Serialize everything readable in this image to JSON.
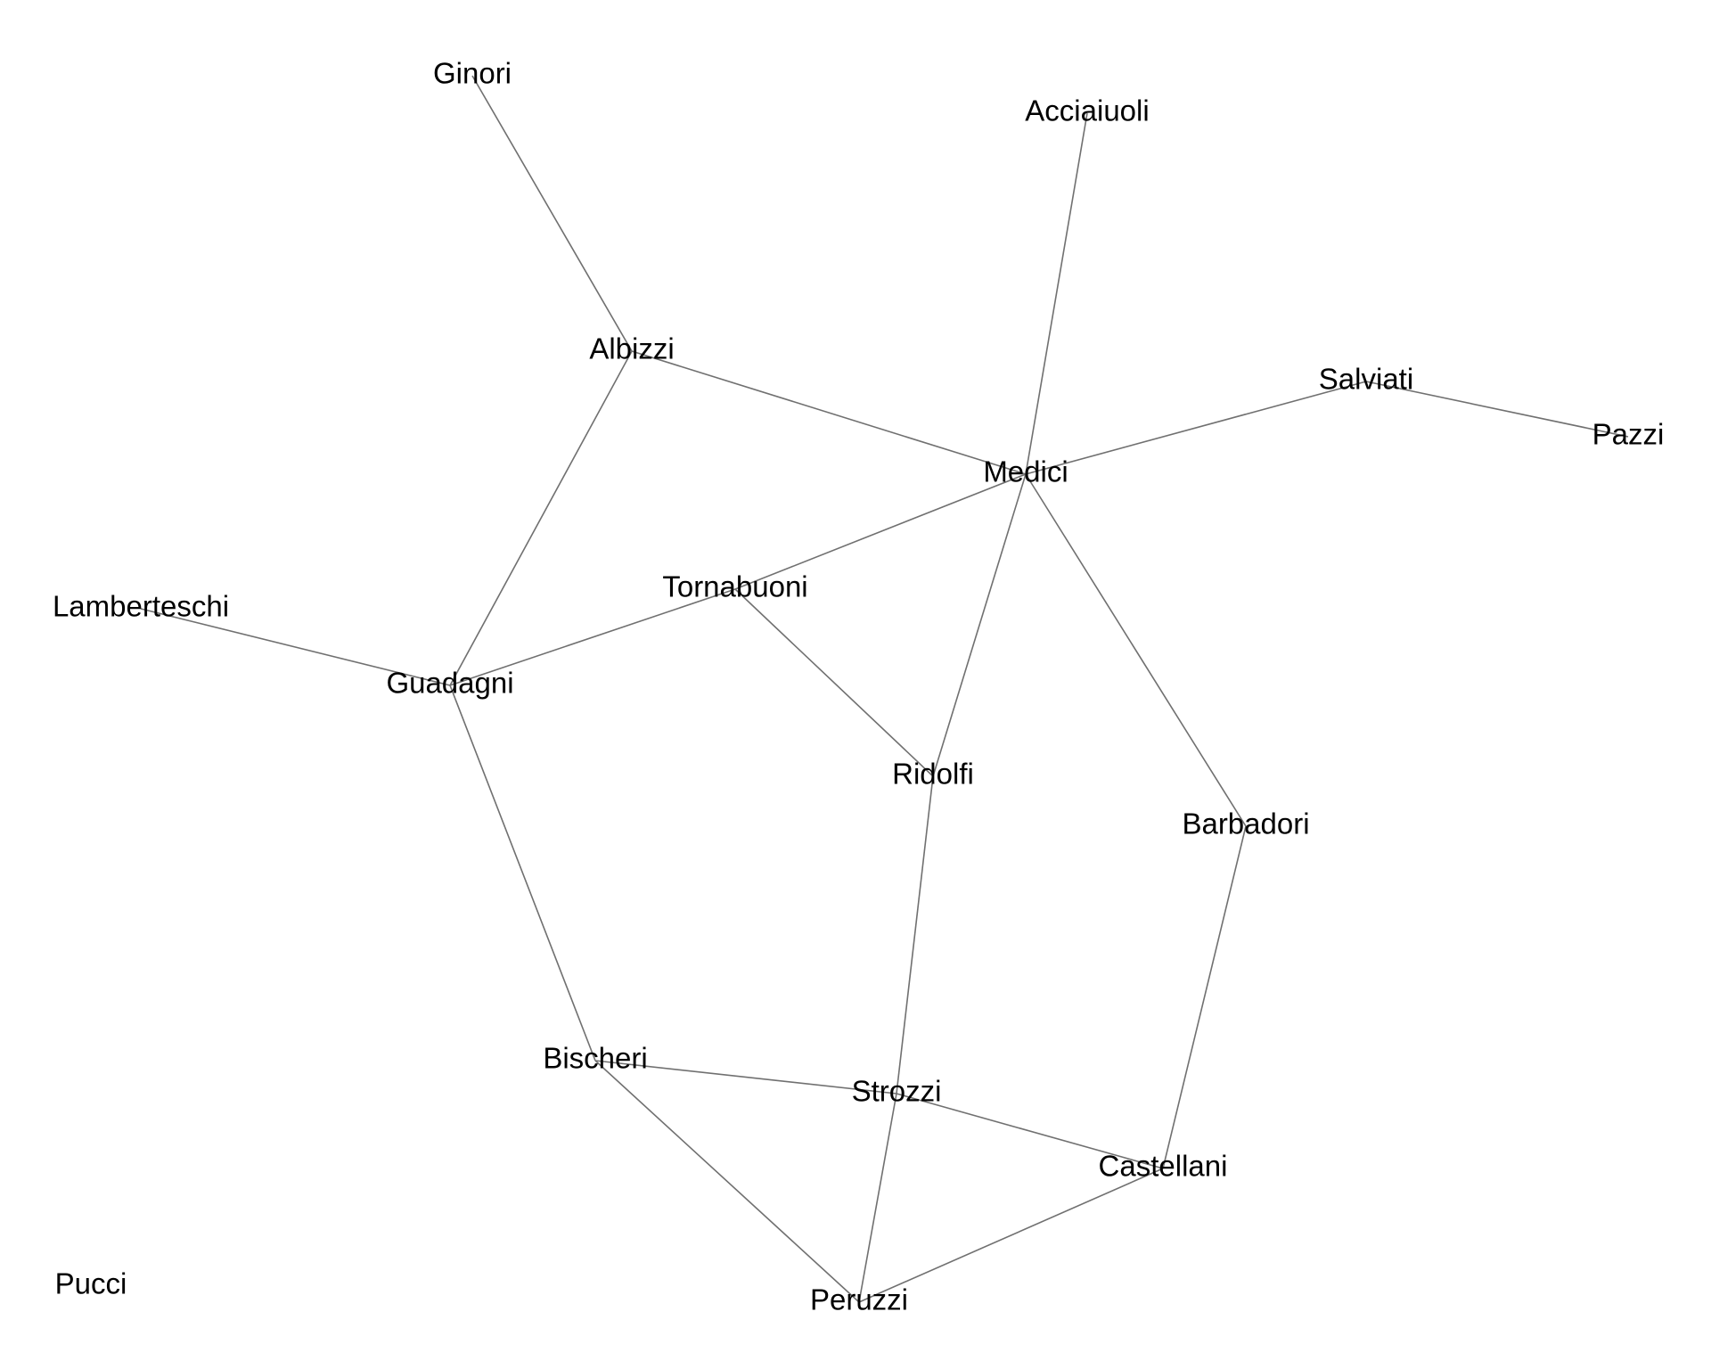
{
  "nodes": [
    {
      "id": "ginori",
      "label": "Ginori"
    },
    {
      "id": "acciaiuoli",
      "label": "Acciaiuoli"
    },
    {
      "id": "albizzi",
      "label": "Albizzi"
    },
    {
      "id": "salviati",
      "label": "Salviati"
    },
    {
      "id": "pazzi",
      "label": "Pazzi"
    },
    {
      "id": "medici",
      "label": "Medici"
    },
    {
      "id": "tornabuoni",
      "label": "Tornabuoni"
    },
    {
      "id": "lamberteschi",
      "label": "Lamberteschi"
    },
    {
      "id": "guadagni",
      "label": "Guadagni"
    },
    {
      "id": "ridolfi",
      "label": "Ridolfi"
    },
    {
      "id": "barbadori",
      "label": "Barbadori"
    },
    {
      "id": "bischeri",
      "label": "Bischeri"
    },
    {
      "id": "strozzi",
      "label": "Strozzi"
    },
    {
      "id": "castellani",
      "label": "Castellani"
    },
    {
      "id": "pucci",
      "label": "Pucci"
    },
    {
      "id": "peruzzi",
      "label": "Peruzzi"
    }
  ],
  "edges": [
    [
      "ginori",
      "albizzi"
    ],
    [
      "albizzi",
      "medici"
    ],
    [
      "albizzi",
      "guadagni"
    ],
    [
      "acciaiuoli",
      "medici"
    ],
    [
      "salviati",
      "medici"
    ],
    [
      "salviati",
      "pazzi"
    ],
    [
      "medici",
      "tornabuoni"
    ],
    [
      "medici",
      "ridolfi"
    ],
    [
      "medici",
      "barbadori"
    ],
    [
      "tornabuoni",
      "guadagni"
    ],
    [
      "tornabuoni",
      "ridolfi"
    ],
    [
      "lamberteschi",
      "guadagni"
    ],
    [
      "guadagni",
      "bischeri"
    ],
    [
      "ridolfi",
      "strozzi"
    ],
    [
      "barbadori",
      "castellani"
    ],
    [
      "bischeri",
      "strozzi"
    ],
    [
      "bischeri",
      "peruzzi"
    ],
    [
      "strozzi",
      "castellani"
    ],
    [
      "strozzi",
      "peruzzi"
    ],
    [
      "castellani",
      "peruzzi"
    ]
  ]
}
